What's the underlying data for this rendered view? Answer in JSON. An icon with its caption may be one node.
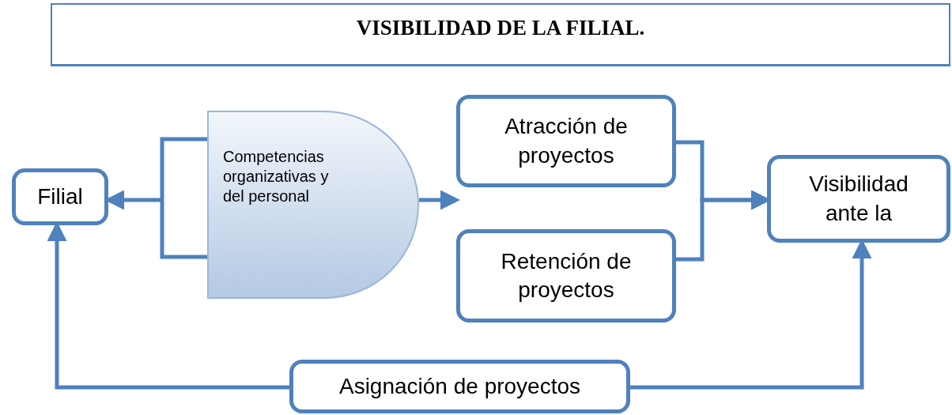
{
  "diagram": {
    "title": "VISIBILIDAD DE LA FILIAL.",
    "nodes": [
      {
        "text": [
          "Filial"
        ]
      },
      {
        "text": [
          "Competencias organizativas y del personal"
        ]
      },
      {
        "text": [
          "Atracción de proyectos"
        ]
      },
      {
        "text": [
          "Retención de proyectos"
        ]
      },
      {
        "text": [
          "Visibilidad ante la"
        ]
      },
      {
        "text": [
          "Asignación de proyectos"
        ]
      }
    ],
    "edges": [
      {
        "from": 1,
        "to": 0,
        "arrow": "to"
      },
      {
        "from": 1,
        "to": 2,
        "arrow": "to"
      },
      {
        "from": 2,
        "to": 4,
        "arrow": "to"
      },
      {
        "from": 3,
        "to": 4,
        "arrow": "to"
      },
      {
        "from": 5,
        "to": 0,
        "arrow": "to"
      },
      {
        "from": 5,
        "to": 4,
        "arrow": "to"
      }
    ]
  }
}
